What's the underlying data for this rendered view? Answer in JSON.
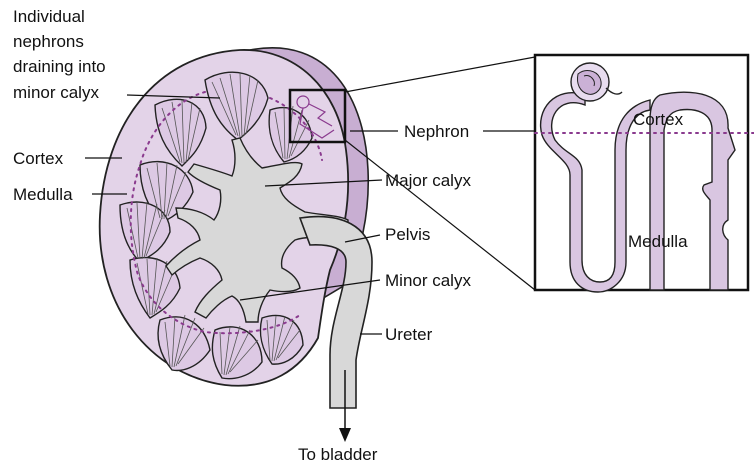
{
  "labels": {
    "nephrons_l1": "Individual",
    "nephrons_l2": "nephrons",
    "nephrons_l3": "draining into",
    "nephrons_l4": "minor calyx",
    "cortex": "Cortex",
    "medulla": "Medulla",
    "nephron": "Nephron",
    "major_calyx": "Major calyx",
    "pelvis": "Pelvis",
    "minor_calyx": "Minor calyx",
    "ureter": "Ureter",
    "to_bladder": "To bladder",
    "inset_cortex": "Cortex",
    "inset_medulla": "Medulla"
  },
  "colors": {
    "cortex_fill": "#e3d3e8",
    "kidney_side": "#c8aed2",
    "medulla_fill": "#ddc9e4",
    "pelvis_fill": "#d8d8d8",
    "nephron_tube": "#d9c6e1",
    "boundary_dots": "#8a3a8e",
    "outline": "#222222"
  }
}
